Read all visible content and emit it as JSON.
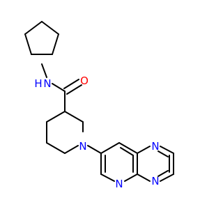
{
  "molecule": {
    "atom_labels": {
      "n_amide": "N",
      "h_amide": "H",
      "o_carbonyl": "O",
      "n_piperidine": "N",
      "n_pyrazine_top": "N",
      "n_pyrazine_bottom": "N",
      "n_pyridine": "N"
    },
    "colors": {
      "bond": "#000000",
      "nitrogen": "#0000ff",
      "oxygen": "#ff0000"
    }
  }
}
